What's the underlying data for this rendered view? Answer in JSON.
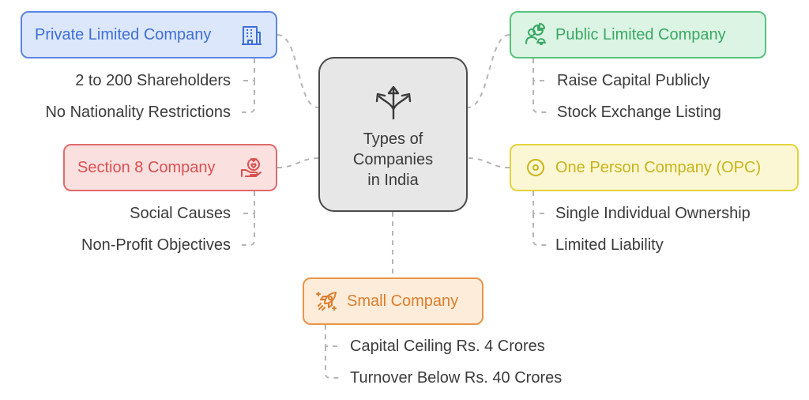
{
  "center": {
    "title_line1": "Types of",
    "title_line2": "Companies",
    "title_line3": "in India",
    "icon": "split-arrows-icon"
  },
  "colors": {
    "private": "#3f6fd6",
    "section8": "#d9504f",
    "public": "#3aa864",
    "opc": "#c9b417",
    "small": "#dd7d2b",
    "connector": "#b5b5b5"
  },
  "branches": {
    "private": {
      "label": "Private Limited Company",
      "icon": "building-icon",
      "leaves": [
        "2 to 200 Shareholders",
        "No Nationality Restrictions"
      ]
    },
    "section8": {
      "label": "Section 8 Company",
      "icon": "charity-hand-icon",
      "leaves": [
        "Social Causes",
        "Non-Profit Objectives"
      ]
    },
    "public": {
      "label": "Public Limited Company",
      "icon": "people-chart-icon",
      "leaves": [
        "Raise Capital Publicly",
        "Stock Exchange Listing"
      ]
    },
    "opc": {
      "label": "One Person Company (OPC)",
      "icon": "target-icon",
      "leaves": [
        "Single Individual Ownership",
        "Limited Liability"
      ]
    },
    "small": {
      "label": "Small Company",
      "icon": "rocket-icon",
      "leaves": [
        "Capital Ceiling Rs. 4 Crores",
        "Turnover Below Rs. 40 Crores"
      ]
    }
  }
}
